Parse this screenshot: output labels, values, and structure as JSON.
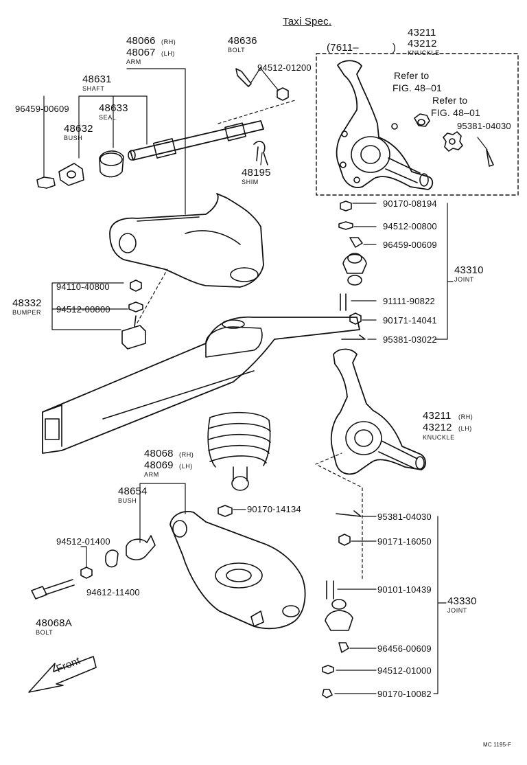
{
  "header": {
    "taxi_spec": "Taxi Spec."
  },
  "knuckle_taxi": {
    "num1": "43211",
    "num2": "43212",
    "name": "KNUCKLE",
    "range": "(7611–",
    "range_end": ")"
  },
  "refer1": {
    "l1": "Refer to",
    "l2": "FIG. 48–01"
  },
  "refer2": {
    "l1": "Refer to",
    "l2": "FIG. 48–01"
  },
  "upper_arm": {
    "num_rh": "48066",
    "rh": "(RH)",
    "num_lh": "48067",
    "lh": "(LH)",
    "name": "ARM"
  },
  "bolt_48636": {
    "num": "48636",
    "name": "BOLT"
  },
  "washer_94512_01200": "94512-01200",
  "shaft": {
    "num": "48631",
    "name": "SHAFT"
  },
  "fitting_96459_top": "96459-00609",
  "seal": {
    "num": "48633",
    "name": "SEAL"
  },
  "bush_48632": {
    "num": "48632",
    "name": "BUSH"
  },
  "shim": {
    "num": "48195",
    "name": "SHIM"
  },
  "pin_95381_04030_top": "95381-04030",
  "joint_upper_parts": [
    "90170-08194",
    "94512-00800",
    "96459-00609",
    "91111-90822",
    "90171-14041",
    "95381-03022"
  ],
  "joint_upper": {
    "num": "43310",
    "name": "JOINT"
  },
  "bumper_parts": [
    "94110-40800",
    "94512-00800"
  ],
  "bumper": {
    "num": "48332",
    "name": "BUMPER"
  },
  "knuckle_std": {
    "num1": "43211",
    "rh": "(RH)",
    "num2": "43212",
    "lh": "(LH)",
    "name": "KNUCKLE"
  },
  "lower_arm": {
    "num_rh": "48068",
    "rh": "(RH)",
    "num_lh": "48069",
    "lh": "(LH)",
    "name": "ARM"
  },
  "bush_48654": {
    "num": "48654",
    "name": "BUSH"
  },
  "nut_90170_14134": "90170-14134",
  "washer_94512_01400": "94512-01400",
  "washer_94612_11400": "94612-11400",
  "bolt_48068A": {
    "num": "48068A",
    "name": "BOLT"
  },
  "joint_lower_parts": [
    "95381-04030",
    "90171-16050",
    "90101-10439",
    "96456-00609",
    "94512-01000",
    "90170-10082"
  ],
  "joint_lower": {
    "num": "43330",
    "name": "JOINT"
  },
  "front_label": "Front",
  "footer_code": "MC 1195-F"
}
